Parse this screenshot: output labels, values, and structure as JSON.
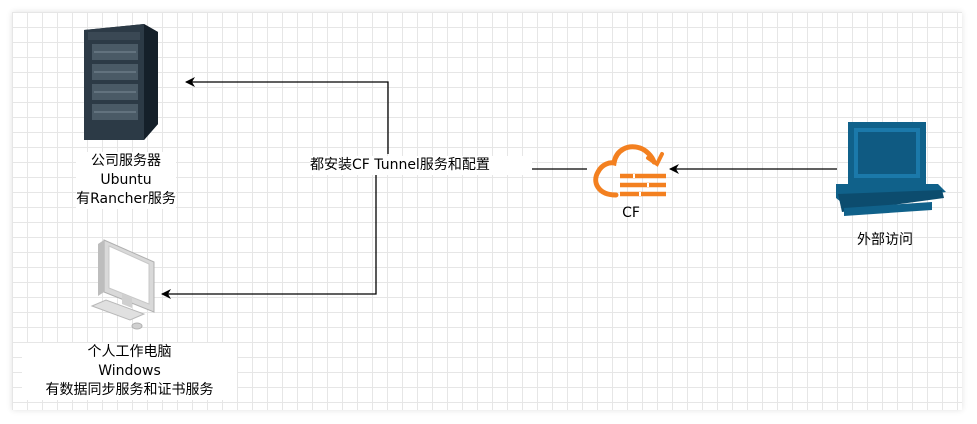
{
  "nodes": {
    "server": {
      "lines": [
        "公司服务器",
        "Ubuntu",
        "有Rancher服务"
      ]
    },
    "pc": {
      "lines": [
        "个人工作电脑",
        "Windows",
        "有数据同步服务和证书服务"
      ]
    },
    "cf": {
      "label": "CF"
    },
    "external": {
      "label": "外部访问"
    }
  },
  "edge_label": "都安装CF Tunnel服务和配置",
  "colors": {
    "cloudflare": "#f38020",
    "terminal": "#10618a",
    "server_dark": "#2c3a46",
    "pc_gray": "#e8e8e8"
  },
  "icons": [
    "server-rack-icon",
    "desktop-pc-icon",
    "cloudflare-cloud-icon",
    "terminal-computer-icon"
  ]
}
